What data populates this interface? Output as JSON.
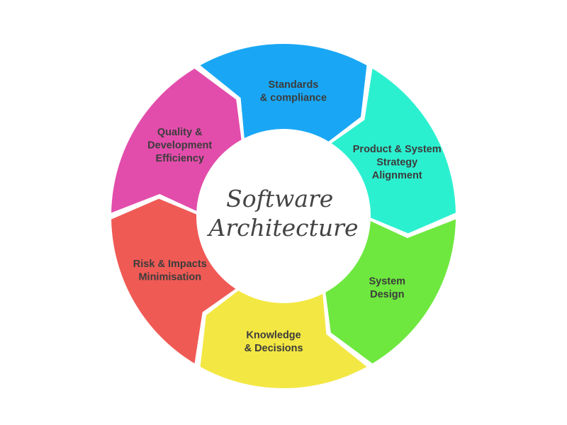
{
  "center": {
    "lines": [
      "Software",
      "Architecture"
    ]
  },
  "segments": [
    {
      "lines": [
        "Standards",
        "& compliance"
      ],
      "color": "#19a7f5"
    },
    {
      "lines": [
        "Product & System",
        "Strategy",
        "Alignment"
      ],
      "color": "#2bf0d0"
    },
    {
      "lines": [
        "System",
        "Design"
      ],
      "color": "#6ee83e"
    },
    {
      "lines": [
        "Knowledge",
        "& Decisions"
      ],
      "color": "#f3e743"
    },
    {
      "lines": [
        "Risk & Impacts",
        "Minimisation"
      ],
      "color": "#f05a55"
    },
    {
      "lines": [
        "Quality &",
        "Development",
        "Efficiency"
      ],
      "color": "#e24dab"
    }
  ]
}
